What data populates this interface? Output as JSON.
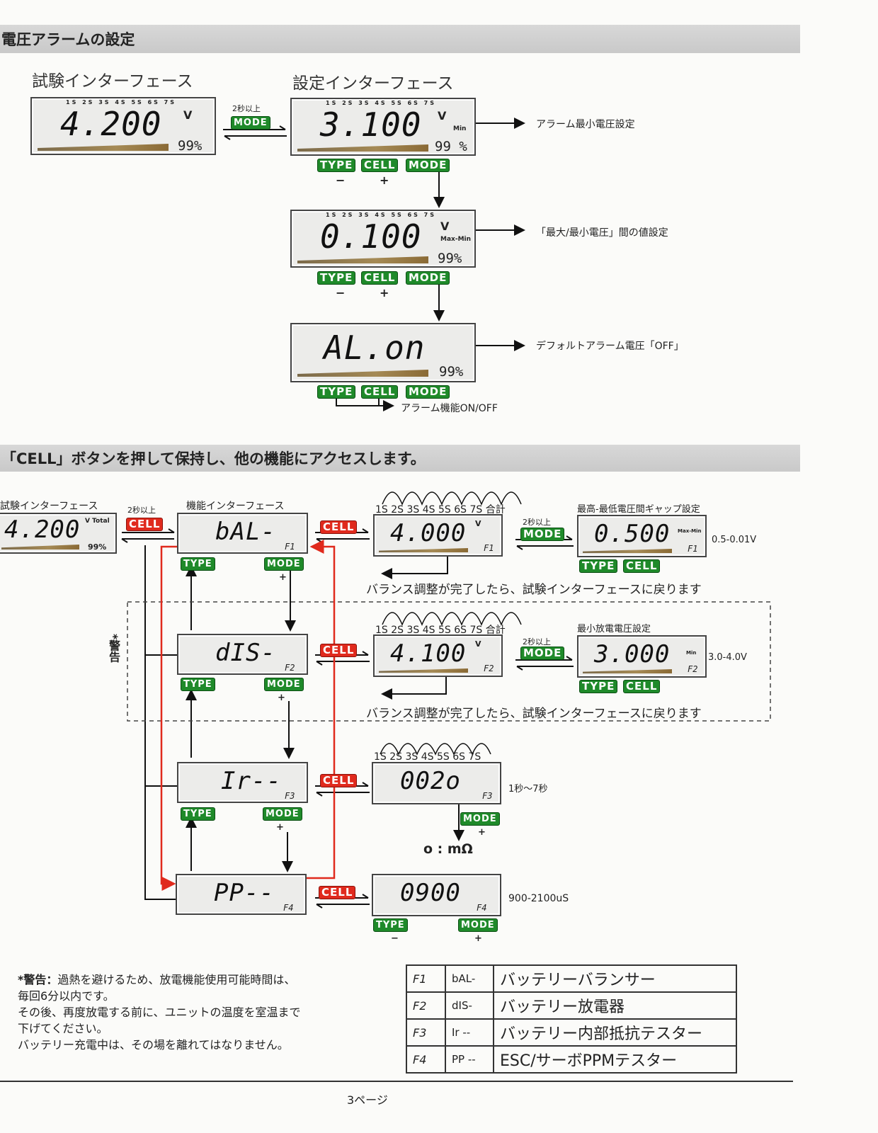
{
  "section1": {
    "title": "電圧アラームの設定",
    "test_interface": "試験インターフェース",
    "setting_interface": "設定インターフェース",
    "hold": "2秒以上",
    "lcd_test": {
      "value": "4.200",
      "unit": "V",
      "percent": "99%",
      "cells": "1S 2S 3S 4S 5S 6S 7S"
    },
    "lcd_min": {
      "value": "3.100",
      "unit": "V",
      "tag": "Min",
      "percent": "99 %",
      "note": "アラーム最小電圧設定"
    },
    "lcd_maxmin": {
      "value": "0.100",
      "unit": "V",
      "tag": "Max-Min",
      "percent": "99%",
      "note": "「最大/最小電圧」間の値設定"
    },
    "lcd_alarm": {
      "value": "AL.on",
      "percent": "99%",
      "note": "デフォルトアラーム電圧「OFF」",
      "onoff": "アラーム機能ON/OFF"
    }
  },
  "buttons": {
    "type": "TYPE",
    "cell": "CELL",
    "mode": "MODE",
    "minus": "−",
    "plus": "+"
  },
  "section2": {
    "title": "「CELL」ボタンを押して保持し、他の機能にアクセスします。",
    "test_interface": "試験インターフェース",
    "function_interface": "機能インターフェース",
    "hold": "2秒以上",
    "test_lcd": {
      "value": "4.200",
      "unit": "V Total",
      "percent": "99%"
    },
    "cell_cycle": "1S 2S 3S 4S 5S 6S 7S 合計",
    "cell_cycle_short": "1S 2S 3S 4S 5S 6S 7S",
    "functions": [
      {
        "code": "bAL-",
        "f": "F1",
        "sub_value": "4.000",
        "sub_unit": "V",
        "set_title": "最高-最低電圧間ギャップ設定",
        "set_value": "0.500",
        "set_tag": "Max-Min",
        "range": "0.5-0.01V",
        "return_note": "バランス調整が完了したら、試験インターフェースに戻ります"
      },
      {
        "code": "dIS-",
        "f": "F2",
        "sub_value": "4.100",
        "sub_unit": "V",
        "set_title": "最小放電電圧設定",
        "set_value": "3.000",
        "set_tag": "Min",
        "range": "3.0-4.0V",
        "return_note": "バランス調整が完了したら、試験インターフェースに戻ります"
      },
      {
        "code": "Ir--",
        "f": "F3",
        "sub_value": "002o",
        "range": "1秒〜7秒",
        "unit_note": "o : mΩ"
      },
      {
        "code": "PP--",
        "f": "F4",
        "sub_value": "0900",
        "range": "900-2100uS"
      }
    ],
    "warning_label": "*警告"
  },
  "warning": {
    "lead": "*警告：",
    "lines": [
      "過熱を避けるため、放電機能使用可能時間は、",
      "毎回6分以内です。",
      "その後、再度放電する前に、ユニットの温度を室温まで",
      "下げてください。",
      "バッテリー充電中は、その場を離れてはなりません。"
    ]
  },
  "legend_table": [
    [
      "F1",
      "bAL-",
      "バッテリーバランサー"
    ],
    [
      "F2",
      "dIS-",
      "バッテリー放電器"
    ],
    [
      "F3",
      "Ir --",
      "バッテリー内部抵抗テスター"
    ],
    [
      "F4",
      "PP --",
      "ESC/サーボPPMテスター"
    ]
  ],
  "footer": {
    "page": "3ページ"
  }
}
